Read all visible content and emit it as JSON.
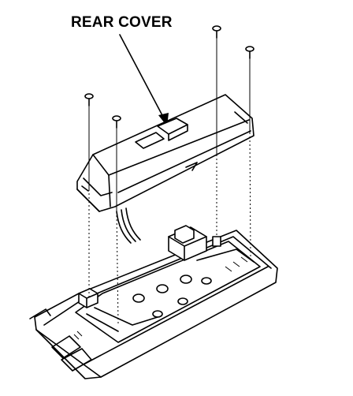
{
  "diagram": {
    "callout": {
      "label": "REAR COVER"
    },
    "screws": [
      {
        "id": "screw-1"
      },
      {
        "id": "screw-2"
      },
      {
        "id": "screw-3"
      },
      {
        "id": "screw-4"
      }
    ]
  }
}
